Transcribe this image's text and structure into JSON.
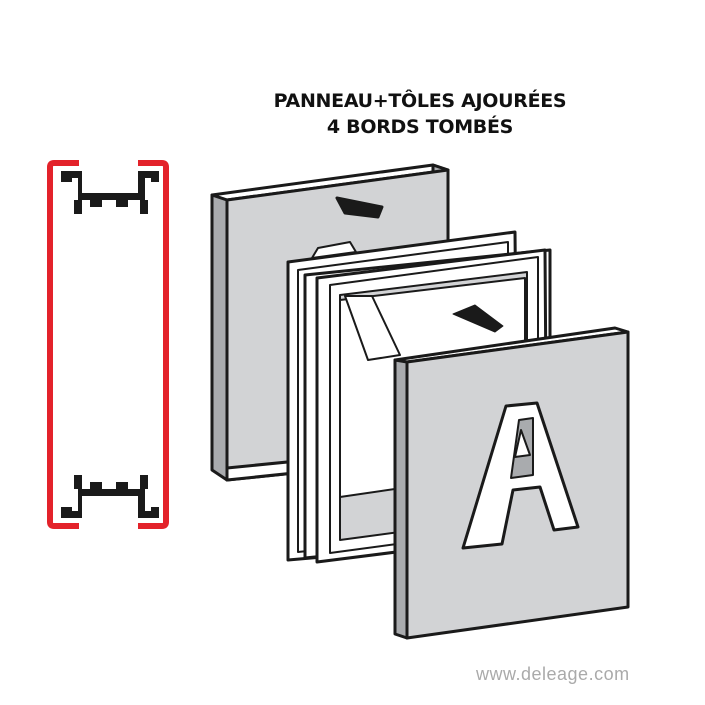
{
  "title": {
    "line1": "PANNEAU+TÔLES AJOURÉES",
    "line2": "4 BORDS TOMBÉS"
  },
  "watermark": "www.deleage.com",
  "colors": {
    "profile_red": "#e3222a",
    "panel_gray": "#d2d3d5",
    "edge_gray": "#a9abae",
    "outline": "#1a1a1a"
  }
}
